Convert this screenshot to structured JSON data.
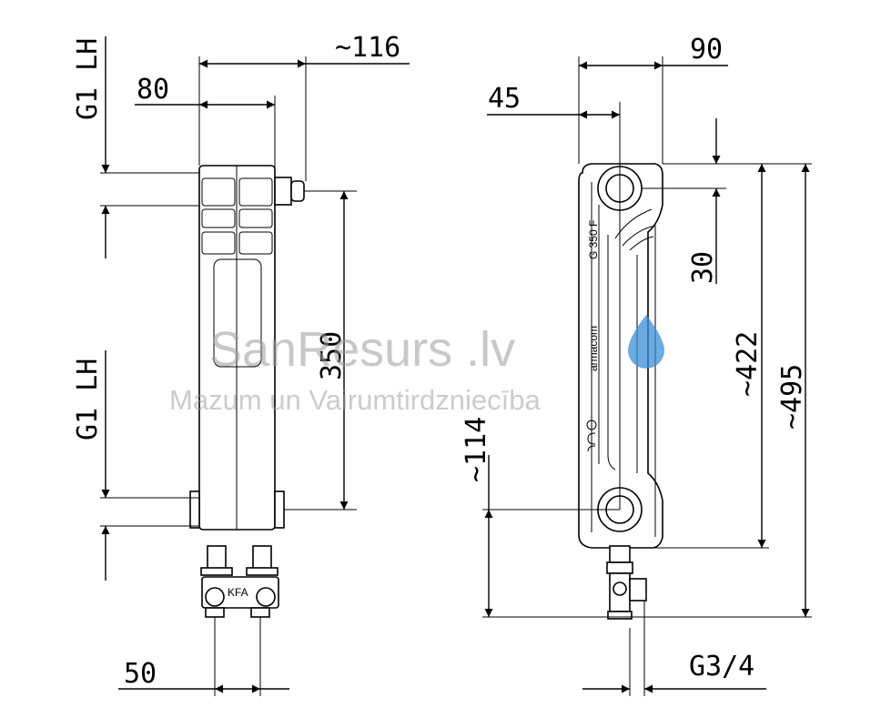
{
  "drawing": {
    "left_view": {
      "dims": {
        "d_116": "~116",
        "d_80": "80",
        "d_350": "350",
        "d_50": "50",
        "top_port": "G1 LH",
        "bottom_port": "G1 LH"
      },
      "valve_label": "KFA"
    },
    "right_view": {
      "dims": {
        "d_90": "90",
        "d_45": "45",
        "d_30": "30",
        "d_422": "~422",
        "d_495": "~495",
        "d_114": "~114",
        "d_g34": "G3/4"
      },
      "model_label": "G 350 F",
      "brand_label": "armacom"
    },
    "watermark": {
      "title": "SanResurs .lv",
      "subtitle": "Mazum un Vairumtirdzniecība"
    },
    "icons": {
      "water_drop": "water-drop-icon",
      "ce_mark": "ce-mark-icon",
      "cert_mark": "certification-icon"
    },
    "colors": {
      "line": "#000000",
      "watermark_text": "#9a9a9a",
      "drop_blue": "#3a8fd6"
    }
  }
}
